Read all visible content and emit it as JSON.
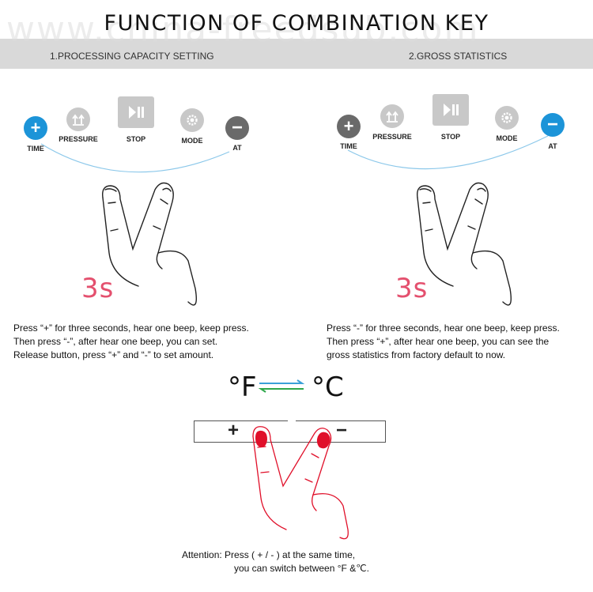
{
  "header": {
    "title": "FUNCTION  OF COMBINATION KEY",
    "watermark": "www.china-freedsub.com",
    "section1": "1.PROCESSING CAPACITY SETTING",
    "section2": "2.GROSS STATISTICS"
  },
  "left_panel": {
    "buttons": {
      "time": {
        "label": "TIME",
        "symbol": "+"
      },
      "pressure": {
        "label": "PRESSURE"
      },
      "stop": {
        "label": "STOP"
      },
      "mode": {
        "label": "MODE"
      },
      "at": {
        "label": "AT",
        "symbol": "−"
      }
    },
    "hold_time": "3s",
    "instructions": [
      "Press “+” for three seconds, hear one beep, keep press.",
      "Then press “-”,  after hear one beep, you can set.",
      "Release button, press “+” and “-” to set amount."
    ]
  },
  "right_panel": {
    "buttons": {
      "time": {
        "label": "TIME",
        "symbol": "+"
      },
      "pressure": {
        "label": "PRESSURE"
      },
      "stop": {
        "label": "STOP"
      },
      "mode": {
        "label": "MODE"
      },
      "at": {
        "label": "AT",
        "symbol": "−"
      }
    },
    "hold_time": "3s",
    "instructions": [
      "Press “-” for three seconds, hear one beep, keep press.",
      "Then press “+”, after hear one beep, you can see the",
      "gross statistics from factory default to now."
    ]
  },
  "bottom": {
    "unit_f": "°F",
    "unit_c": "°C",
    "plus": "+",
    "minus": "−",
    "attention": [
      "Attention: Press ( + / - ) at the same time,",
      "you can switch between °F &℃."
    ]
  },
  "colors": {
    "accent_blue": "#1c94d8",
    "icon_gray": "#c8c8c8",
    "dark_gray": "#6a6a6a",
    "countdown_pink": "#e4506e",
    "finger_red": "#e0102a",
    "arrow_blue": "#3aa0d8",
    "arrow_green": "#2ea84a"
  }
}
